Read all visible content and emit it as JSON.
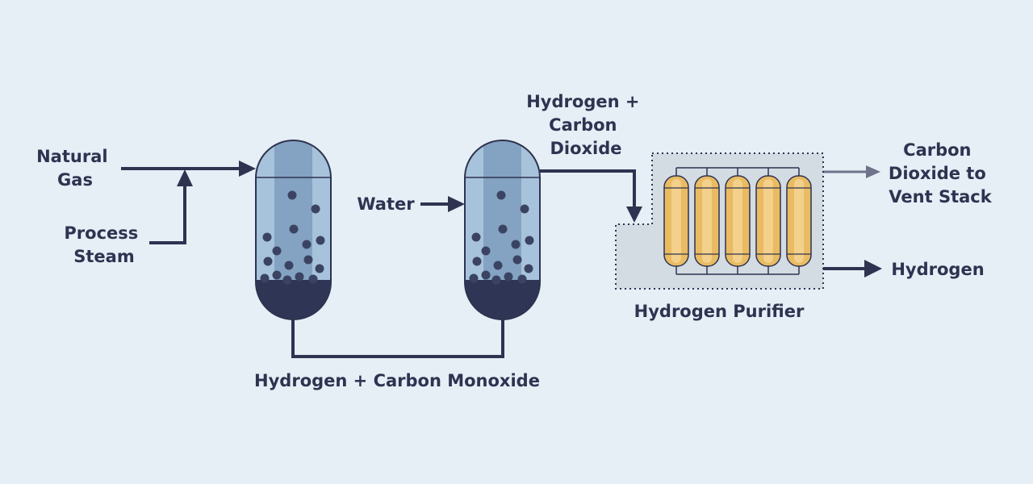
{
  "labels": {
    "natural_gas": [
      "Natural",
      "Gas"
    ],
    "process_steam": [
      "Process",
      "Steam"
    ],
    "water": "Water",
    "hydrogen_carbon_monoxide": "Hydrogen + Carbon Monoxide",
    "hydrogen_carbon_dioxide": [
      "Hydrogen +",
      "Carbon",
      "Dioxide"
    ],
    "carbon_dioxide_vent": [
      "Carbon",
      "Dioxide to",
      "Vent Stack"
    ],
    "hydrogen_out": "Hydrogen",
    "hydrogen_purifier": "Hydrogen Purifier"
  },
  "colors": {
    "background": "#e6eef6",
    "line": "#2e3350",
    "vent_line": "#6e7389",
    "vessel_body": "#a7c3dc",
    "vessel_core": "#84a2c2",
    "vessel_base": "#2f3655",
    "bubble": "#3b4363",
    "purifier_box": "#d3dbe3",
    "purifier_tank": "#e9bb62",
    "purifier_tank_inner": "#f3d08b"
  }
}
